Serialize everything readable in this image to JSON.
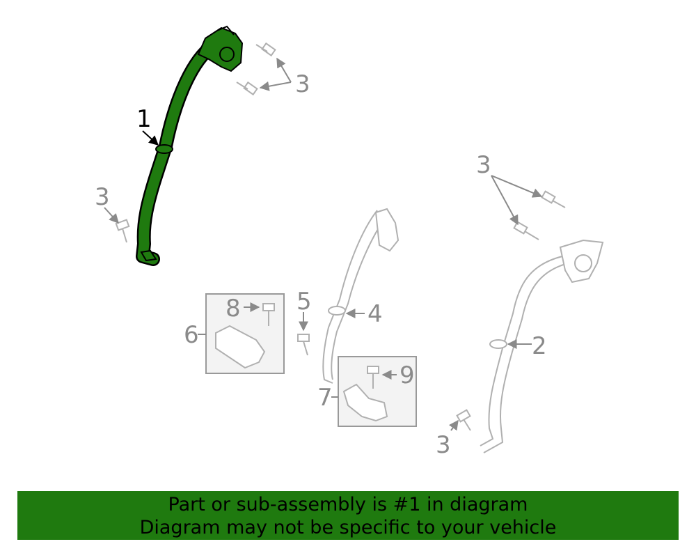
{
  "callouts": {
    "c1": "1",
    "c2": "2",
    "c3a": "3",
    "c3b": "3",
    "c3c": "3",
    "c3d": "3",
    "c4": "4",
    "c5": "5",
    "c6": "6",
    "c7": "7",
    "c8": "8",
    "c9": "9"
  },
  "banner": {
    "line1": "Part or sub-assembly is #1 in diagram",
    "line2": "Diagram may not be specific to your vehicle"
  },
  "colors": {
    "highlight_part": "#1f7a0f",
    "banner_bg": "#1f7a0f",
    "ghost_lines": "#b0b0b0",
    "callout_gray": "#8a8a8a",
    "box_fill": "#f3f3f3"
  }
}
